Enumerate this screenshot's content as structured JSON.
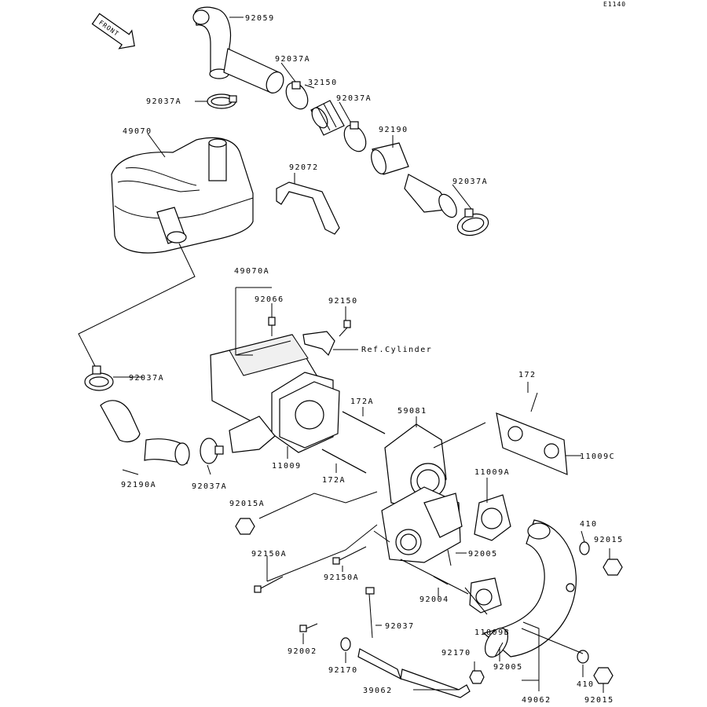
{
  "diagram": {
    "code": "E1140",
    "front_label": "FRONT",
    "ref_cylinder": "Ref.Cylinder",
    "parts": [
      "92059",
      "92037A",
      "32150",
      "92037A",
      "92037A",
      "92190",
      "92037A",
      "49070",
      "92072",
      "49070A",
      "92066",
      "92150",
      "92037A",
      "172A",
      "59081",
      "172",
      "11009C",
      "11009",
      "172A",
      "11009A",
      "92190A",
      "92037A",
      "92015A",
      "410",
      "92015",
      "92005",
      "92150A",
      "92150A",
      "92004",
      "11009B",
      "92037",
      "92002",
      "92170",
      "92170",
      "92005",
      "39062",
      "410",
      "92015",
      "49062"
    ]
  }
}
